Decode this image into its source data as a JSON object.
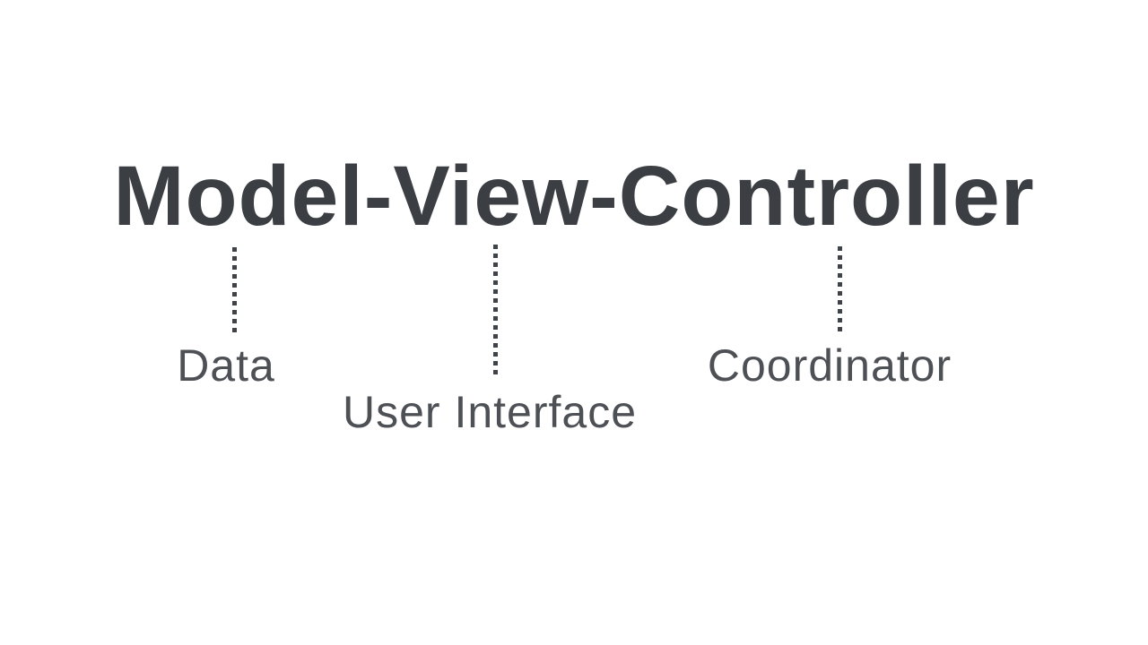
{
  "slide": {
    "title": "Model-View-Controller",
    "annotations": [
      {
        "points_to": "Model",
        "label": "Data"
      },
      {
        "points_to": "View",
        "label": "User Interface"
      },
      {
        "points_to": "Controller",
        "label": "Coordinator"
      }
    ],
    "colors": {
      "background": "#ffffff",
      "title": "#3b3e43",
      "label": "#4d5055",
      "connector": "#3f4246"
    }
  }
}
